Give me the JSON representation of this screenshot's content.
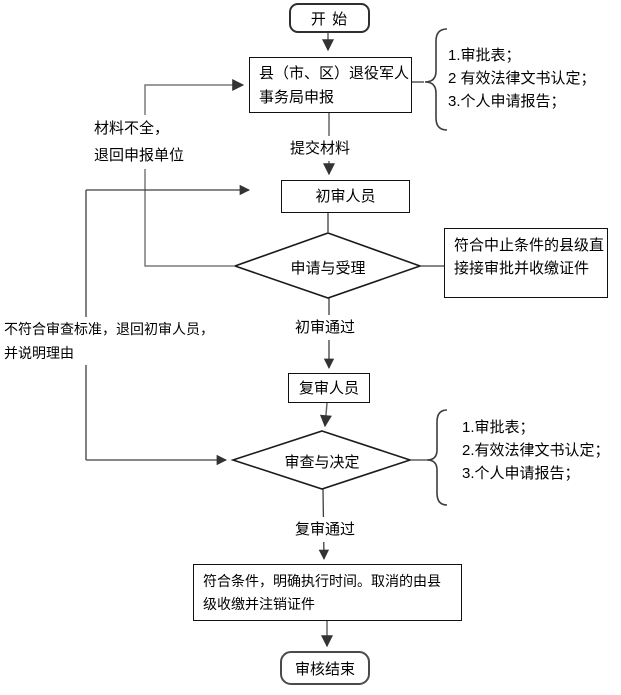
{
  "flowchart": {
    "nodes": {
      "start": "开 始",
      "declare": {
        "line1": "县（市、区）退役军人",
        "line2": "事务局申报"
      },
      "initial_review": "初审人员",
      "acceptance_decision": "申请与受理",
      "suspend_note": {
        "line1": "符合中止条件的县级直",
        "line2": "接接审批并收缴证件"
      },
      "second_review": "复审人员",
      "review_decision": "审查与决定",
      "final_action": {
        "line1": "符合条件，明确执行时间。取消的由县",
        "line2": "级收缴并注销证件"
      },
      "end": "审核结束"
    },
    "edge_labels": {
      "submit": "提交材料",
      "initial_pass": "初审通过",
      "second_pass": "复审通过",
      "incomplete": {
        "line1": "材料不全，",
        "line2": "退回申报单位"
      },
      "rejected": {
        "line1": "不符合审查标准，退回初审人员，",
        "line2": "并说明理由"
      }
    },
    "annotations": {
      "first": {
        "items": [
          "1.审批表；",
          "2 有效法律文书认定；",
          "3.个人申请报告；"
        ]
      },
      "second": {
        "items": [
          "1.审批表；",
          "2.有效法律文书认定；",
          "3.个人申请报告；"
        ]
      }
    },
    "colors": {
      "line": "#3d3d3d",
      "gray_line": "#7a7a7a",
      "border": "#111111",
      "text": "#000000",
      "background": "#ffffff"
    }
  }
}
